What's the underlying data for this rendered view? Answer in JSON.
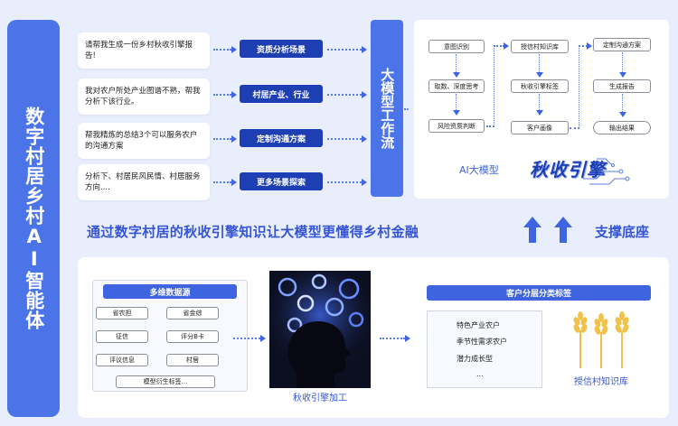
{
  "side_title": "数字村居乡村AI智能体",
  "prompts": [
    "请帮我生成一份乡村秋收引擎报告!",
    "我对农户所处产业图谱不熟，帮我分析下该行业。",
    "帮我精炼的总结3个可以服务农户的沟通方案",
    "分析下、村居民风民情、村居服务方向...."
  ],
  "scenes": [
    "资质分析场景",
    "村居产业、行业",
    "定制沟通方案",
    "更多场景探索"
  ],
  "workflow_title": "大模型工作流",
  "flow": {
    "col1": [
      "意图识别",
      "取数、深度思考",
      "风险资质判断"
    ],
    "col2": [
      "授信村知识库",
      "秋收引擎标签",
      "客户画像"
    ],
    "col3": [
      "定制沟通方案",
      "生成报告",
      "输出结果"
    ]
  },
  "ai_model_label": "AI大模型",
  "brand_logo": "秋收引擎",
  "slogan": "通过数字村居的秋收引擎知识让大模型更懂得乡村金融",
  "support_label": "支撑底座",
  "data_sources": {
    "title": "多维数据源",
    "items": [
      "省农担",
      "省金综",
      "征信",
      "评分B卡",
      "评议信息",
      "村居",
      "模型衍生标签..."
    ]
  },
  "engine_label": "秋收引擎加工",
  "customer_tags": {
    "title": "客户分层分类标签",
    "items": [
      "特色产业农户",
      "季节性需求农户",
      "潜力成长型",
      "..."
    ]
  },
  "kb_label": "授信村知识库",
  "colors": {
    "primary": "#4a74e8",
    "dark_button": "#1e3fb4",
    "background": "#e8eefb",
    "wheat": "#f2c14a"
  }
}
